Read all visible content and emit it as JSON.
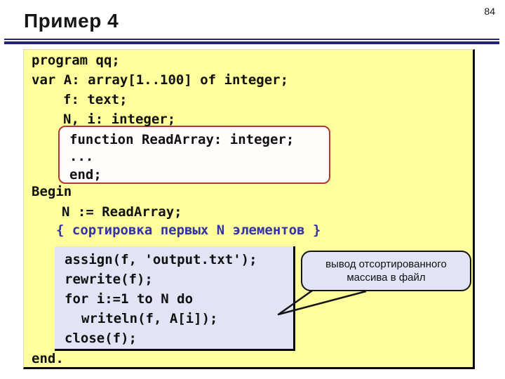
{
  "slide": {
    "title": "Пример 4",
    "page_number": "84"
  },
  "code": {
    "lines": [
      "program qq;",
      "var A: array[1..100] of integer;",
      "f: text;",
      "N, i: integer;",
      "function ReadArray: integer;",
      "...",
      "end;",
      "Begin",
      "N := ReadArray;",
      "{ сортировка первых N элементов }",
      "assign(f, 'output.txt');",
      "rewrite(f);",
      "for i:=1 to N do",
      "writeln(f, A[i]);",
      "close(f);",
      "end."
    ]
  },
  "callout": {
    "text": "вывод отсортированного массива в файл"
  },
  "colors": {
    "panel_yellow": "#fefe9c",
    "highlight_lavender": "#e2e4f6",
    "function_box_border_red": "#b03a2e",
    "comment_blue": "#3333a3",
    "rule_navy": "#23237a"
  }
}
